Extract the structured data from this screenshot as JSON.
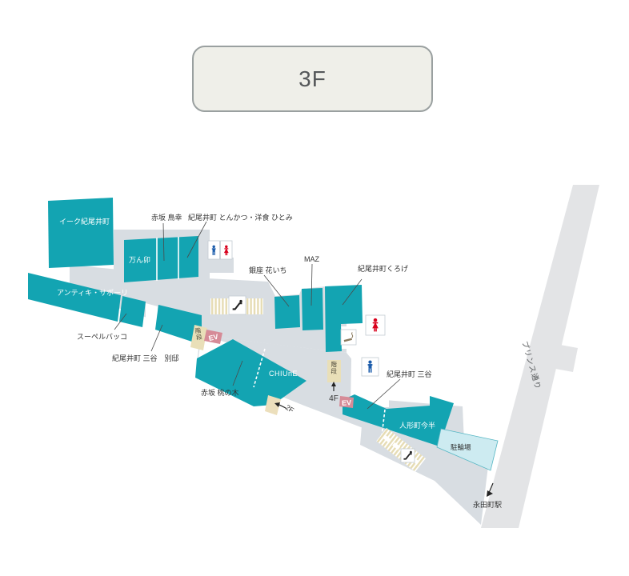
{
  "header": {
    "floor_label": "3F"
  },
  "colors": {
    "store_fill": "#13a4b2",
    "corridor_gray": "#d8dde2",
    "road_gray": "#e3e4e6",
    "stairs_beige": "#e9dfb8",
    "elevator_pink": "#d68b97",
    "bicycle_area_blue": "#cdebf1",
    "mens_blue": "#1b5cab",
    "womens_red": "#d8001c"
  },
  "stores": {
    "eke": {
      "label": "イーク紀尾井町"
    },
    "mannu": {
      "label": "万ん卯"
    },
    "torikou": {
      "label": "赤坂 鳥幸"
    },
    "hitomi": {
      "label": "紀尾井町 とんかつ・洋食 ひとみ"
    },
    "antichi_sapori": {
      "label": "アンティキ・サポーリ"
    },
    "super_bacco": {
      "label": "スーペルバッコ"
    },
    "mitani_bettei": {
      "label": "紀尾井町 三谷　別邸"
    },
    "hanaichi": {
      "label": "銀座 花いち"
    },
    "maz": {
      "label": "MAZ"
    },
    "kuroge": {
      "label": "紀尾井町くろげ"
    },
    "chiune": {
      "label": "CHIUnE"
    },
    "momonoki": {
      "label": "赤坂 桃の木"
    },
    "mitani": {
      "label": "紀尾井町 三谷"
    },
    "imahan": {
      "label": "人形町今半"
    }
  },
  "facilities": {
    "stairs_upper": {
      "label": "階段"
    },
    "stairs_lower": {
      "label": "階段"
    },
    "elevator_upper": {
      "label": "EV"
    },
    "elevator_lower": {
      "label": "EV"
    },
    "to_4f": {
      "label": "4F"
    },
    "to_2f": {
      "label": "2F"
    },
    "bicycle_parking": {
      "label": "駐輪場"
    },
    "station": {
      "label": "永田町駅"
    },
    "street": {
      "label": "プリンス通り"
    }
  },
  "icons": [
    "mens-restroom",
    "womens-restroom",
    "smoking-area",
    "escalator"
  ]
}
